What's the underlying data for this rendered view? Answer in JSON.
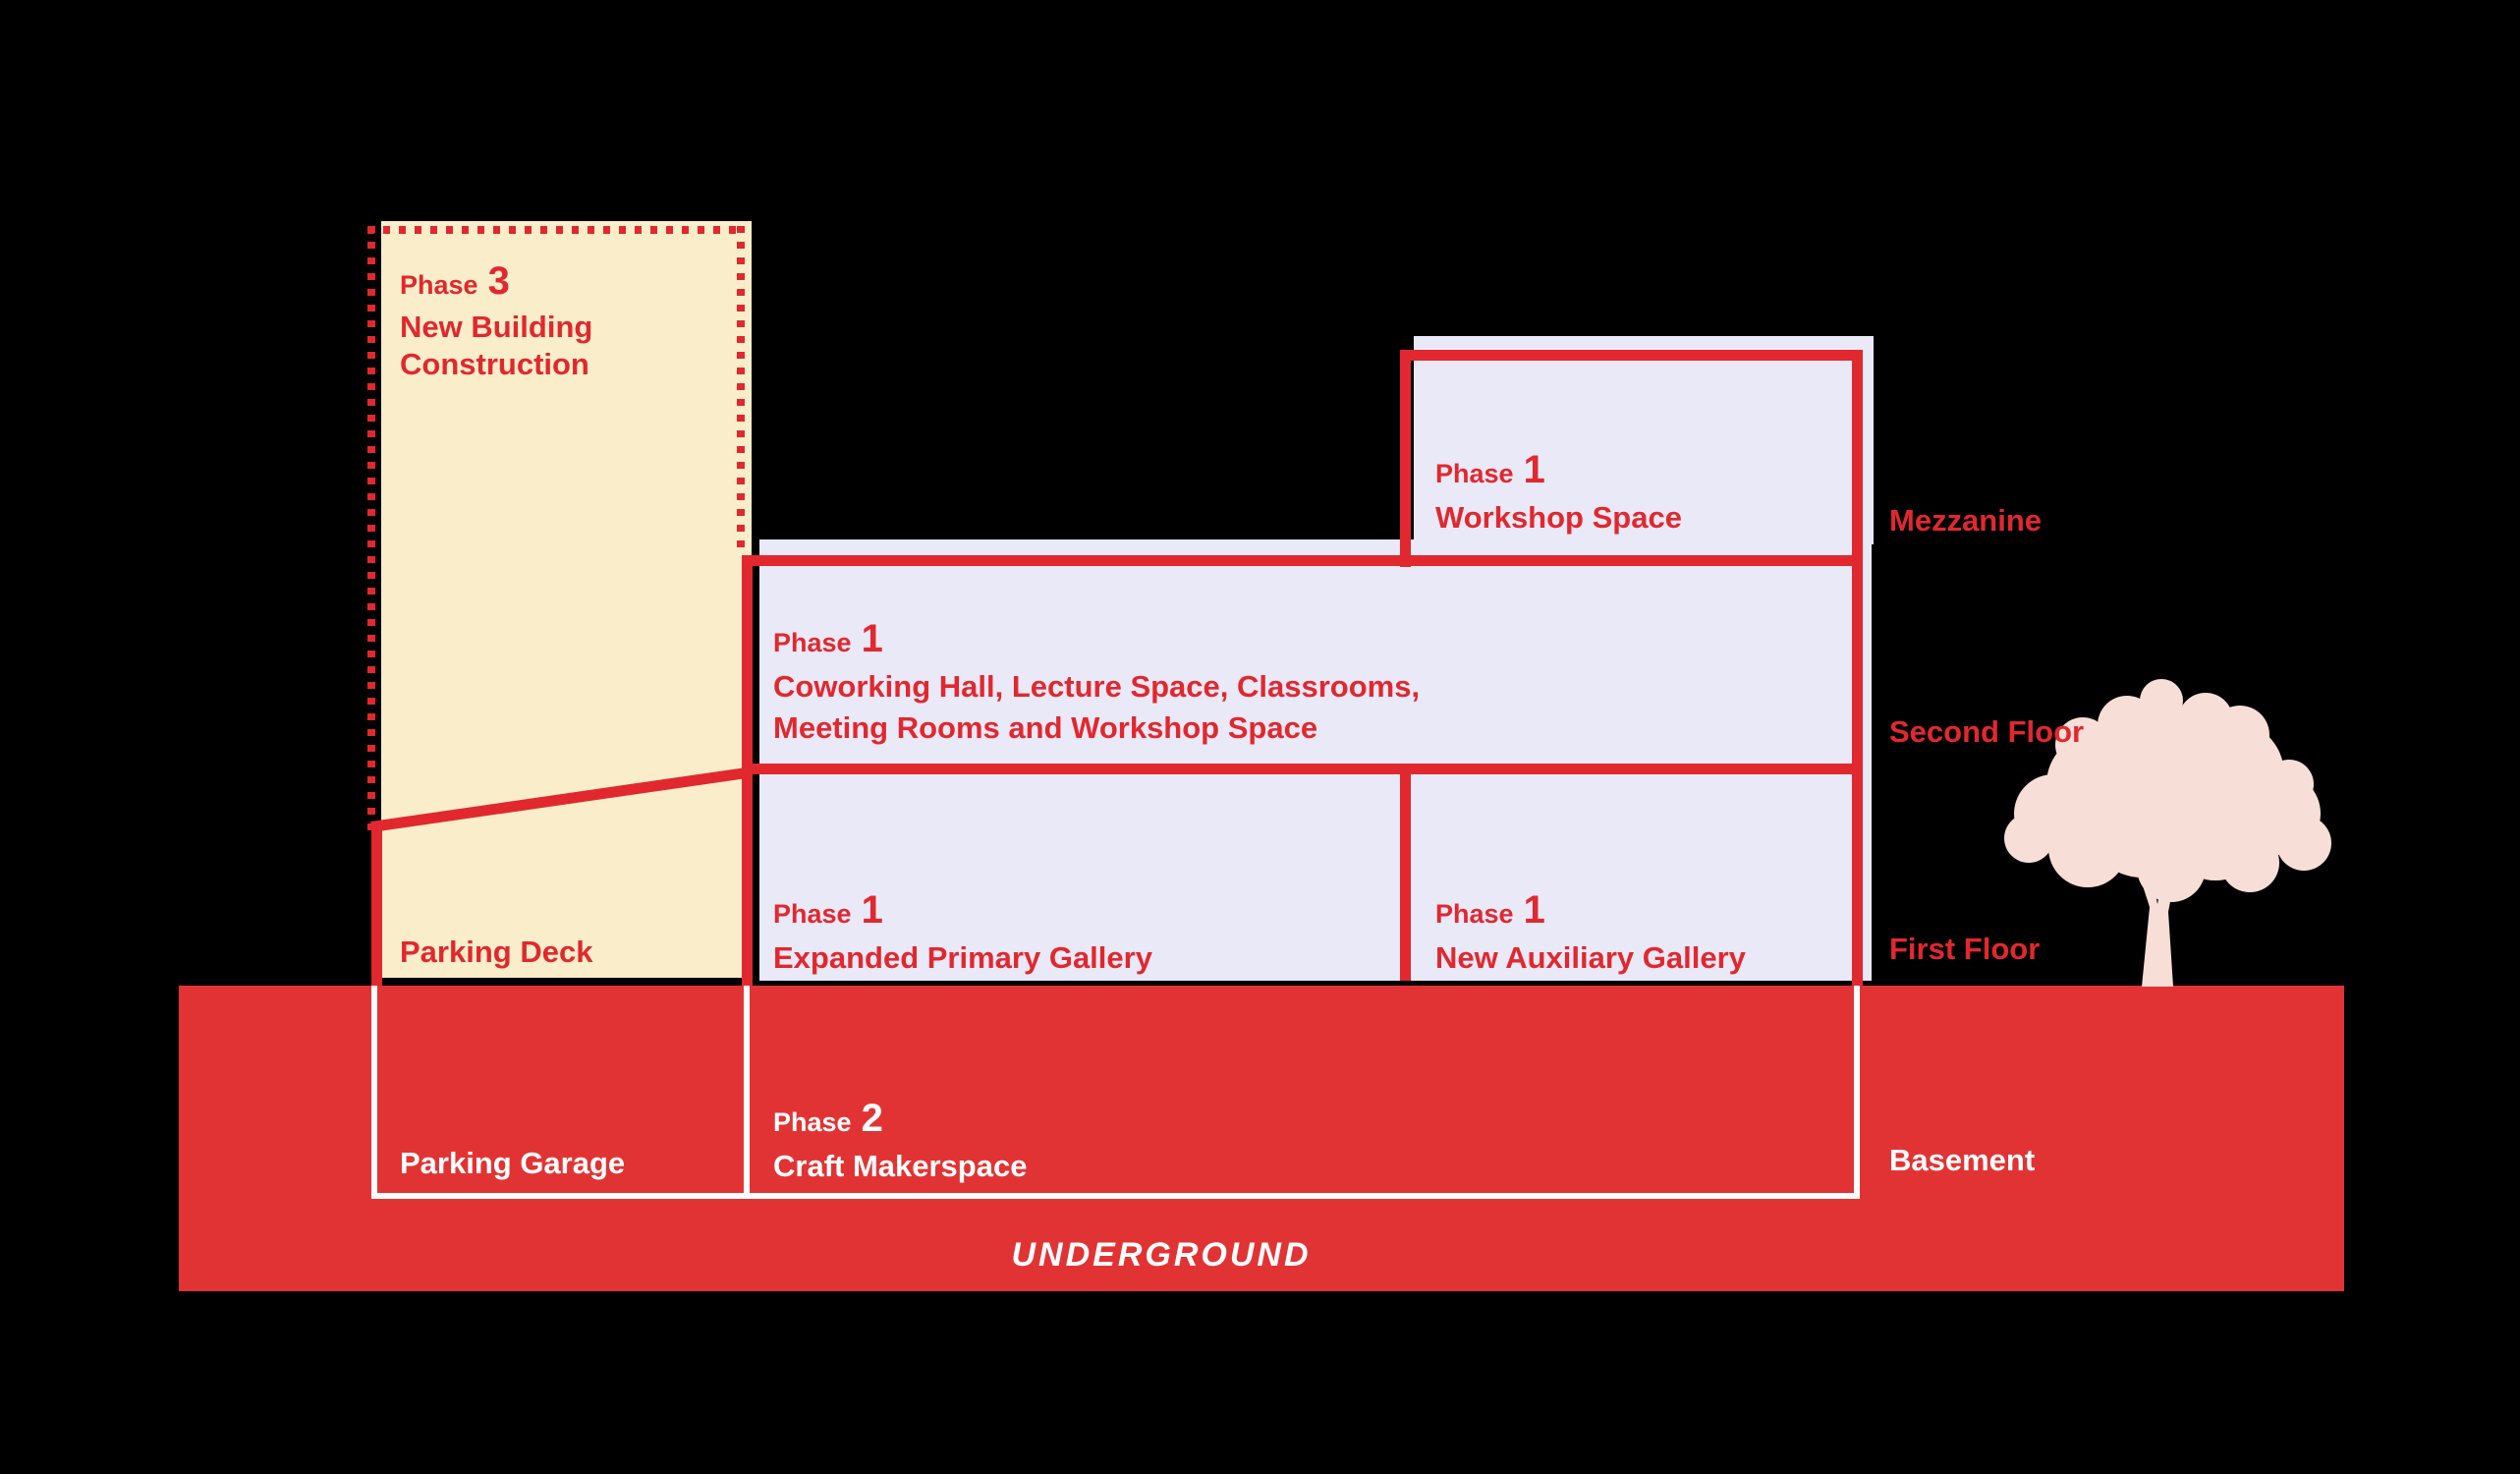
{
  "sections": {
    "phase3": {
      "phase_word": "Phase",
      "phase_num": "3",
      "line1": "New Building",
      "line2": "Construction"
    },
    "workshop": {
      "phase_word": "Phase",
      "phase_num": "1",
      "line1": "Workshop Space"
    },
    "coworking": {
      "phase_word": "Phase",
      "phase_num": "1",
      "line1": "Coworking Hall, Lecture Space, Classrooms,",
      "line2": "Meeting Rooms and Workshop Space"
    },
    "primary_gallery": {
      "phase_word": "Phase",
      "phase_num": "1",
      "line1": "Expanded Primary Gallery"
    },
    "auxiliary_gallery": {
      "phase_word": "Phase",
      "phase_num": "1",
      "line1": "New Auxiliary Gallery"
    },
    "parking_deck": {
      "line1": "Parking Deck"
    },
    "parking_garage": {
      "line1": "Parking Garage"
    },
    "craft_makerspace": {
      "phase_word": "Phase",
      "phase_num": "2",
      "line1": "Craft Makerspace"
    }
  },
  "floor_labels": {
    "mezzanine": "Mezzanine",
    "second_floor": "Second Floor",
    "first_floor": "First Floor",
    "basement": "Basement"
  },
  "ground_label": "UNDERGROUND",
  "colors": {
    "background": "#000000",
    "band_red": "#e23334",
    "line_red": "#e1282e",
    "cream": "#faeeca",
    "lavender": "#e9e9f8",
    "tree_pink": "#f7ded7",
    "white": "#ffffff"
  }
}
